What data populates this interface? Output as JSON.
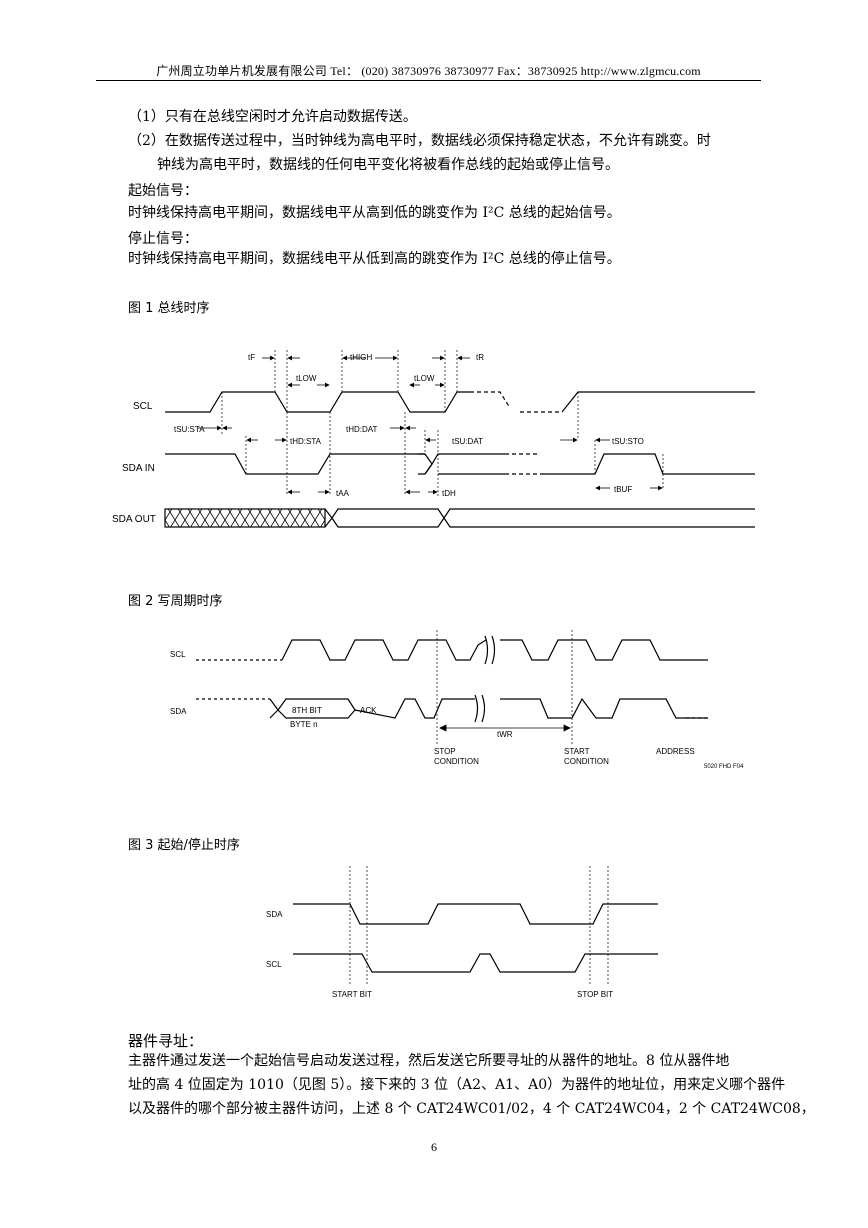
{
  "header": {
    "text": "广州周立功单片机发展有限公司  Tel：  (020) 38730976   38730977   Fax：38730925   http://www.zlgmcu.com"
  },
  "rules": {
    "r1": "（1）只有在总线空闲时才允许启动数据传送。",
    "r2a": "（2）在数据传送过程中，当时钟线为高电平时，数据线必须保持稳定状态，不允许有跳变。时",
    "r2b": "钟线为高电平时，数据线的任何电平变化将被看作总线的起始或停止信号。"
  },
  "start_signal": {
    "heading": "起始信号：",
    "text": "时钟线保持高电平期间，数据线电平从高到低的跳变作为 I²C 总线的起始信号。"
  },
  "stop_signal": {
    "heading": "停止信号：",
    "text": "时钟线保持高电平期间，数据线电平从低到高的跳变作为 I²C 总线的停止信号。"
  },
  "figure1": {
    "caption": "图 1    总线时序",
    "labels": {
      "scl": "SCL",
      "sda_in": "SDA IN",
      "sda_out": "SDA OUT",
      "tf": "tF",
      "thigh": "tHIGH",
      "tr": "tR",
      "tlow1": "tLOW",
      "tlow2": "tLOW",
      "tsusta": "tSU:STA",
      "thdsta": "tHD:STA",
      "thddat": "tHD:DAT",
      "tsudat": "tSU:DAT",
      "tsusto": "tSU:STO",
      "taa": "tAA",
      "tdh": "tDH",
      "tbuf": "tBUF"
    }
  },
  "figure2": {
    "caption": "图 2    写周期时序",
    "labels": {
      "scl": "SCL",
      "sda": "SDA",
      "bit8": "8TH BIT",
      "byte_n": "BYTE n",
      "ack": "ACK",
      "twr": "tWR",
      "stop1": "STOP",
      "stop2": "CONDITION",
      "start1": "START",
      "start2": "CONDITION",
      "address": "ADDRESS",
      "code": "5020 FHD F04"
    }
  },
  "figure3": {
    "caption": "图 3    起始/停止时序",
    "labels": {
      "sda": "SDA",
      "scl": "SCL",
      "start_bit": "START BIT",
      "stop_bit": "STOP BIT"
    }
  },
  "addressing": {
    "heading": "器件寻址：",
    "line1": "主器件通过发送一个起始信号启动发送过程，然后发送它所要寻址的从器件的地址。8 位从器件地",
    "line2": "址的高 4 位固定为 1010（见图 5）。接下来的 3 位（A2、A1、A0）为器件的地址位，用来定义哪个器件",
    "line3": "以及器件的哪个部分被主器件访问，上述 8 个 CAT24WC01/02，4 个 CAT24WC04，2 个 CAT24WC08，"
  },
  "page_number": "6"
}
